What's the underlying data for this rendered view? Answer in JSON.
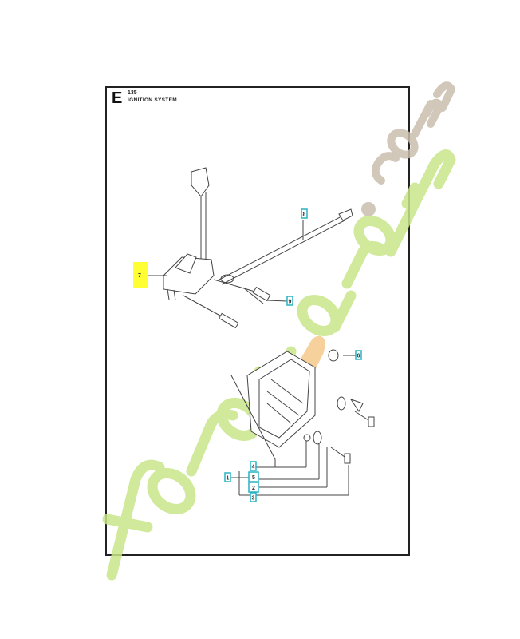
{
  "section": {
    "letter": "E",
    "number": "135",
    "title": "IGNITION SYSTEM"
  },
  "callouts": [
    {
      "id": "7",
      "highlight": "#ffff33"
    },
    {
      "id": "8"
    },
    {
      "id": "9"
    },
    {
      "id": "6"
    },
    {
      "id": "1"
    },
    {
      "id": "4"
    },
    {
      "id": "5"
    },
    {
      "id": "2"
    },
    {
      "id": "3"
    }
  ],
  "watermark": {
    "text": "foretjardin.com",
    "colors": {
      "main": "#c8e68a",
      "accent": "#f5c98a",
      "dotcom": "#c9bfae"
    }
  },
  "colors": {
    "callout_border": "#28b3c4",
    "line": "#444444"
  }
}
